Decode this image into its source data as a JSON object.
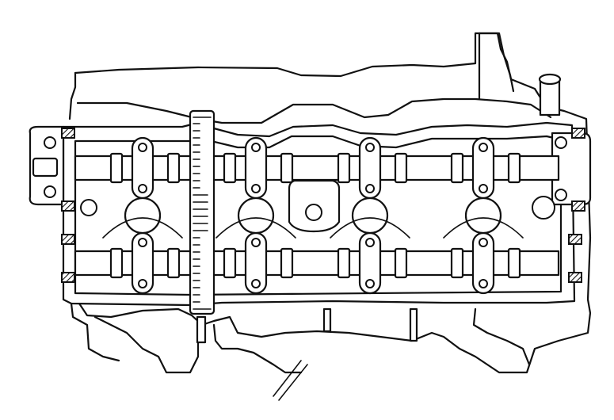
{
  "figure": {
    "subject": "cylinder-head-with-camshafts-top-view",
    "colors": {
      "ink": "#111111",
      "paper": "#ffffff"
    },
    "counts": {
      "bearing_caps_per_shaft": 4,
      "seal_blocks_per_side": 4,
      "spark_plug_bosses": 4
    }
  }
}
